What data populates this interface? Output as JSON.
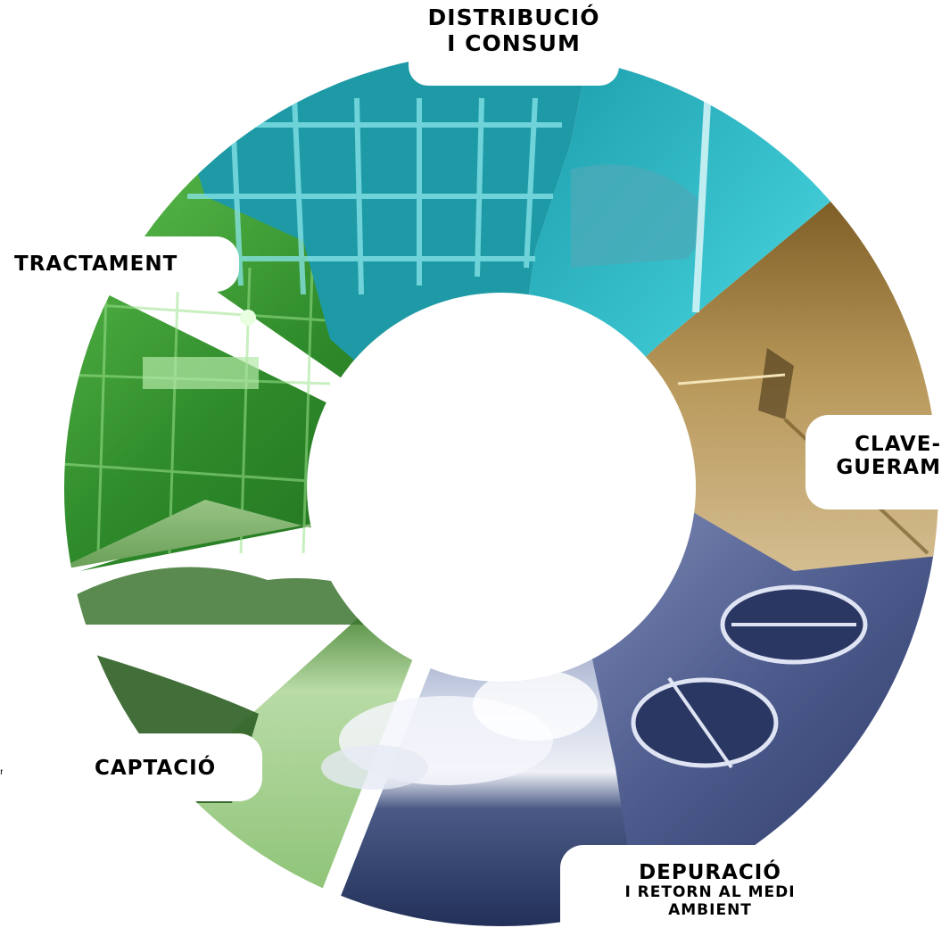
{
  "diagram": {
    "type": "water-cycle-ring",
    "segments": [
      {
        "id": "distribucio",
        "lines": [
          "DISTRIBUCIÓ",
          "I CONSUM"
        ],
        "color": "#27b8c4",
        "photo": "water-pipes-and-hands-washing"
      },
      {
        "id": "clavegueram",
        "lines": [
          "CLAVE-",
          "GUERAM"
        ],
        "color": "#a8894a",
        "photo": "sewer-tunnel"
      },
      {
        "id": "depuracio",
        "lines": [
          "DEPURACIÓ",
          "I RETORN AL MEDI",
          "AMBIENT"
        ],
        "color": "#5c6a9a",
        "photo": "treatment-plant-and-sea"
      },
      {
        "id": "captacio",
        "lines": [
          "CAPTACIÓ"
        ],
        "color": "#7fb86a",
        "photo": "reservoir-lake"
      },
      {
        "id": "tractament",
        "lines": [
          "TRACTAMENT"
        ],
        "color": "#3d9e3a",
        "photo": "treatment-filters"
      }
    ],
    "edge_mark": "n"
  }
}
